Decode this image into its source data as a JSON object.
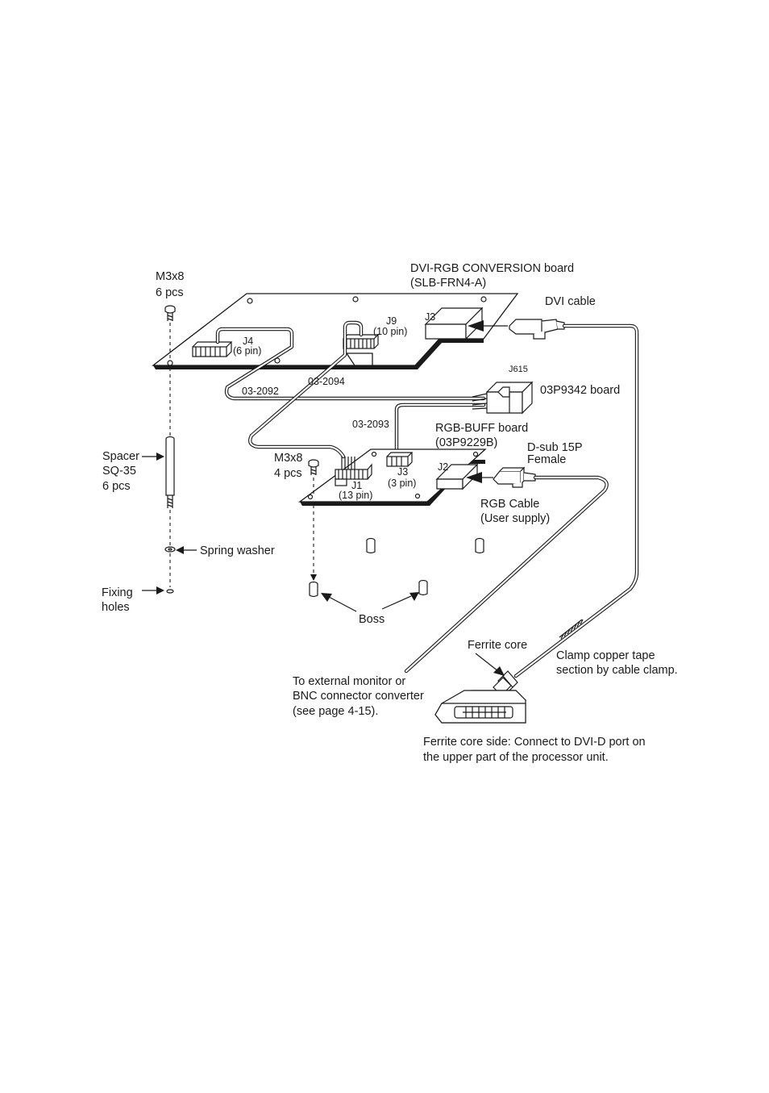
{
  "labels": {
    "dvi_rgb_board_l1": "DVI-RGB CONVERSION board",
    "dvi_rgb_board_l2": "(SLB-FRN4-A)",
    "screw_top_l1": "M3x8",
    "screw_top_l2": "6 pcs",
    "j3_top": "J3",
    "dvi_cable": "DVI cable",
    "j9": "J9",
    "j9_pins": "(10 pin)",
    "j4": "J4",
    "j4_pins": "(6 pin)",
    "cable_2092": "03-2092",
    "cable_2094": "03-2094",
    "j615": "J615",
    "board_03p9342": "03P9342 board",
    "cable_2093": "03-2093",
    "rgb_buff_l1": "RGB-BUFF board",
    "rgb_buff_l2": "(03P9229B)",
    "dsub_l1": "D-sub 15P",
    "dsub_l2": "Female",
    "spacer_l1": "Spacer",
    "spacer_l2": "SQ-35",
    "spacer_l3": "6 pcs",
    "screw_mid_l1": "M3x8",
    "screw_mid_l2": "4 pcs",
    "j2": "J2",
    "j3_mid": "J3",
    "j3_mid_pins": "(3 pin)",
    "j1": "J1",
    "j1_pins": "(13 pin)",
    "rgb_cable_l1": "RGB Cable",
    "rgb_cable_l2": "(User supply)",
    "spring_washer": "Spring washer",
    "fixing_l1": "Fixing",
    "fixing_l2": "holes",
    "boss": "Boss",
    "ferrite_core": "Ferrite core",
    "clamp_l1": "Clamp copper tape",
    "clamp_l2": "section by cable clamp.",
    "ext_l1": "To external monitor or",
    "ext_l2": "BNC connector converter",
    "ext_l3": "(see page 4-15).",
    "note_l1": "Ferrite core side: Connect to DVI-D port on",
    "note_l2": "the upper part of the processor unit."
  },
  "colors": {
    "ink": "#1a1a1a",
    "paper": "#ffffff"
  }
}
